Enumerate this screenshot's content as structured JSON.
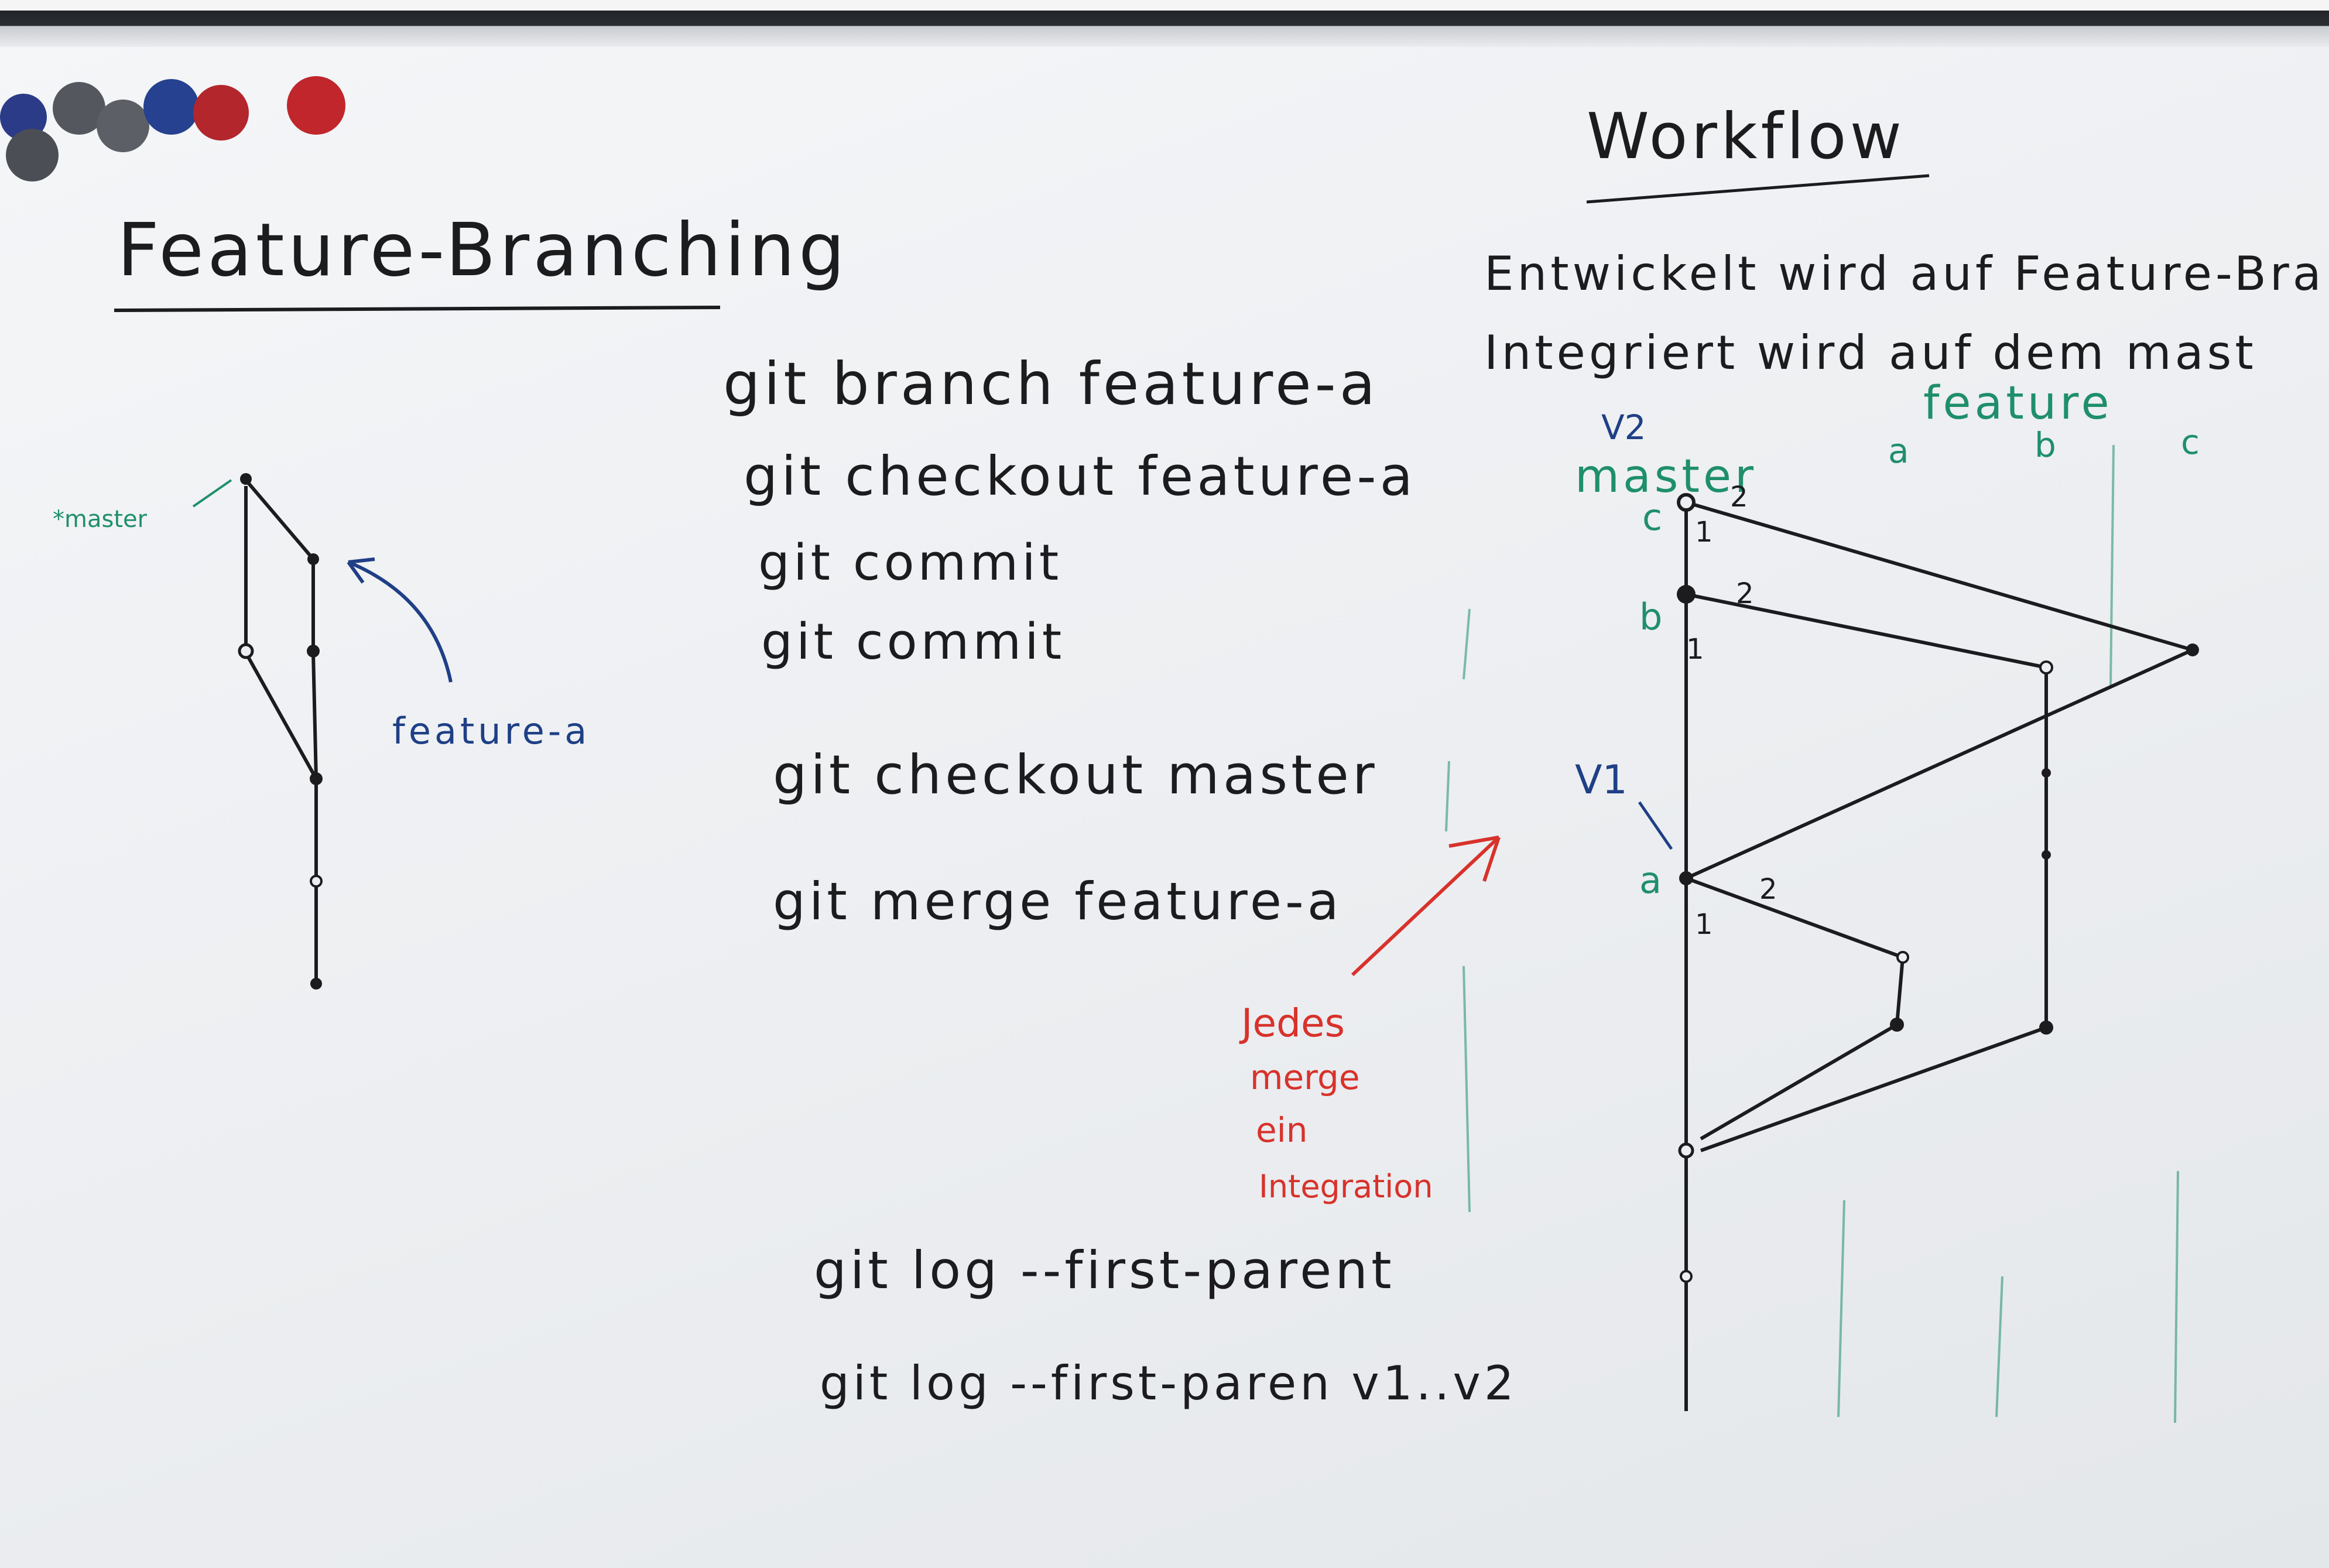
{
  "left": {
    "title": "Feature-Branching",
    "master_label": "*master",
    "feature_label": "feature-a"
  },
  "commands": [
    "git branch feature-a",
    "git checkout feature-a",
    "git commit",
    "git commit",
    "git checkout master",
    "git merge feature-a"
  ],
  "log_commands": [
    "git log --first-parent",
    "git log --first-paren v1..v2"
  ],
  "workflow": {
    "title": "Workflow",
    "line1": "Entwickelt wird auf Feature-Bran",
    "line2": "Integriert wird auf dem mast",
    "feature_label": "feature",
    "feature_a": "a",
    "feature_b": "b",
    "feature_c": "c",
    "master_label": "master",
    "v2": "V2",
    "v1": "V1",
    "commit_c": "c",
    "commit_b": "b",
    "commit_a": "a",
    "parent_1": "1",
    "parent_2": "2"
  },
  "note_lines": [
    "Jedes",
    "merge",
    "ein",
    "Integration"
  ],
  "colors": {
    "black_ink": "#1c1c1f",
    "teal_ink": "#1f8f6b",
    "blue_ink": "#1f3f86",
    "red_ink": "#d8322b",
    "board": "#eceef1"
  }
}
